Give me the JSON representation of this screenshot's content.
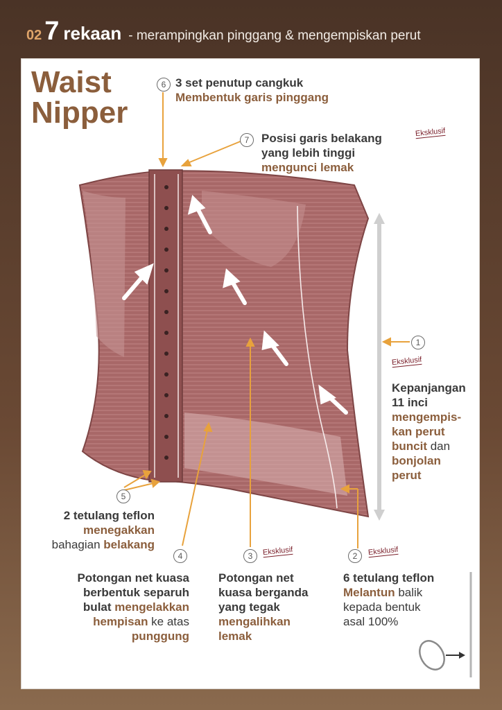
{
  "header": {
    "number": "02",
    "big": "7",
    "word": "rekaan",
    "subtitle": "- merampingkan pinggang & mengempiskan perut"
  },
  "title": {
    "line1": "Waist",
    "line2": "Nipper"
  },
  "badge": "Eksklusif",
  "features": {
    "f6": {
      "num": "6",
      "line1": "3 set penutup cangkuk",
      "line2": "Membentuk garis pinggang"
    },
    "f7": {
      "num": "7",
      "line1": "Posisi garis belakang",
      "line2": "yang lebih tinggi",
      "line3": "mengunci lemak"
    },
    "f1": {
      "num": "1",
      "line1": "Kepanjangan",
      "line2": "11 inci",
      "line3": "mengempis-",
      "line4": "kan perut",
      "line5a": "buncit",
      "line5b": " dan",
      "line6": "bonjolan",
      "line7": "perut"
    },
    "f5": {
      "num": "5",
      "line1": "2 tetulang teflon",
      "line2": "menegakkan",
      "line3a": "bahagian ",
      "line3b": "belakang"
    },
    "f4": {
      "num": "4",
      "line1": "Potongan net kuasa",
      "line2": "berbentuk separuh",
      "line3a": "bulat ",
      "line3b": "mengelakkan",
      "line4a": "hempisan",
      "line4b": " ke atas",
      "line5": "punggung"
    },
    "f3": {
      "num": "3",
      "line1": "Potongan net",
      "line2": "kuasa berganda",
      "line3": "yang tegak",
      "line4": "mengalihkan",
      "line5": "lemak"
    },
    "f2": {
      "num": "2",
      "line1": "6 tetulang teflon",
      "line2a": "Melantun",
      "line2b": " balik",
      "line3": "kepada bentuk",
      "line4": "asal 100%"
    }
  },
  "colors": {
    "accent": "#8b5e3c",
    "arrow": "#e8a23c",
    "garment": "#9a5a5a",
    "badge": "#7a1f2a"
  }
}
